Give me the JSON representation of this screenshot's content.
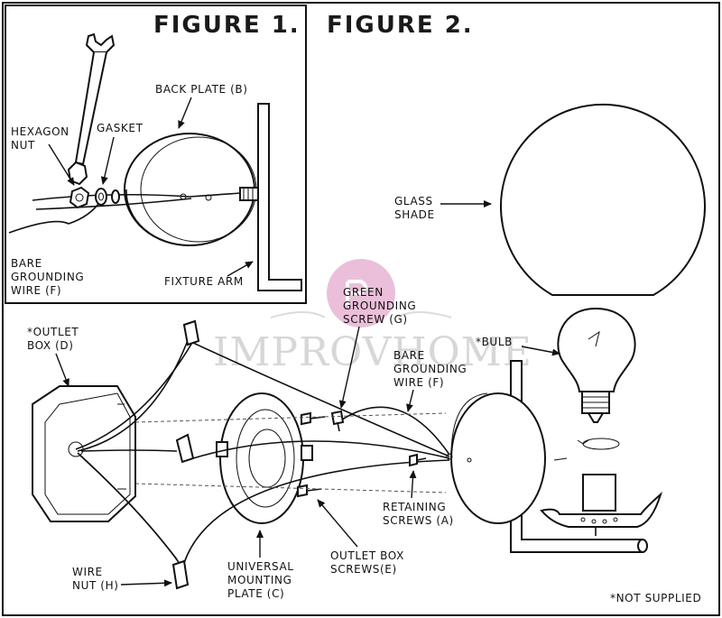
{
  "figure1": {
    "title": "FIGURE 1.",
    "labels": {
      "hexagon_nut_1": "HEXAGON",
      "hexagon_nut_2": "NUT",
      "gasket": "GASKET",
      "back_plate": "BACK PLATE (B)",
      "bare_ground_1": "BARE",
      "bare_ground_2": "GROUNDING",
      "bare_ground_3": "WIRE (F)",
      "fixture_arm": "FIXTURE ARM"
    }
  },
  "figure2": {
    "title": "FIGURE 2.",
    "labels": {
      "glass_shade_1": "GLASS",
      "glass_shade_2": "SHADE",
      "green_screw_1": "GREEN",
      "green_screw_2": "GROUNDING",
      "green_screw_3": "SCREW (G)",
      "outlet_box_1": "*OUTLET",
      "outlet_box_2": "BOX (D)",
      "bulb": "*BULB",
      "bare_ground_1": "BARE",
      "bare_ground_2": "GROUNDING",
      "bare_ground_3": "WIRE (F)",
      "retaining_1": "RETAINING",
      "retaining_2": "SCREWS (A)",
      "outlet_screws_1": "OUTLET  BOX",
      "outlet_screws_2": "SCREWS(E)",
      "ump_1": "UNIVERSAL",
      "ump_2": "MOUNTING",
      "ump_3": "PLATE (C)",
      "wire_nut_1": "WIRE",
      "wire_nut_2": "NUT (H)"
    }
  },
  "footnote": "*NOT SUPPLIED",
  "watermark": {
    "text": "IMPROVHOME",
    "logo_color": "#e8b4d2"
  }
}
